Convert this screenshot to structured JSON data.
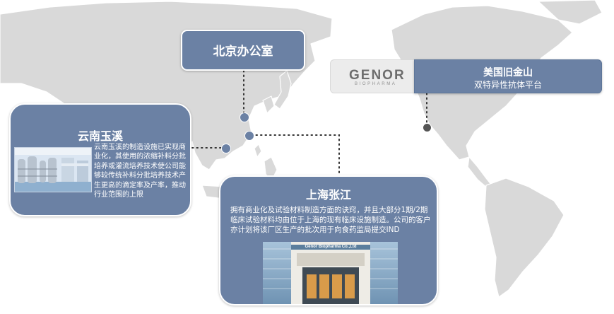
{
  "offices": {
    "beijing": {
      "title": "北京办公室"
    },
    "yunnan": {
      "title": "云南玉溪",
      "description": "云南玉溪的制造设施已实现商业化，其使用的浓缩补料分批培养或灌流培养技术使公司能够较传统补料分批培养技术产生更高的滴定率及产率，推动行业范围的上限"
    },
    "shanghai": {
      "title": "上海张江",
      "description": "拥有商业化及试验材料制造方面的诀窍，并且大部分1期/2期临床试验材料均由位于上海的现有临床设施制造。公司的客户亦计划将该厂区生产的批次用于向食药监局提交IND",
      "building_sign": "Genor Biopharma Co.,Ltd"
    },
    "san_francisco": {
      "title": "美国旧金山",
      "subtitle": "双特异性抗体平台"
    }
  },
  "brand": {
    "logo_text": "GENOR",
    "logo_subtext": "BIOPHARMA"
  },
  "colors": {
    "card_fill": "#6b81a4",
    "map_land": "#d9d9d9",
    "marker": "#6b81a4",
    "connector": "#333333"
  },
  "icons": [
    "location-marker-icon"
  ]
}
